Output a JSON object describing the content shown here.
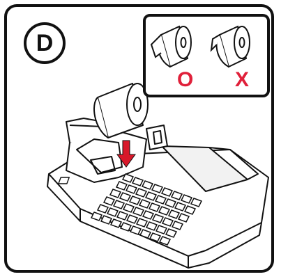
{
  "step": {
    "letter": "D"
  },
  "inset": {
    "correct_mark": "O",
    "wrong_mark": "X",
    "mark_color": "#e0203a"
  },
  "colors": {
    "outline": "#111111",
    "arrow": "#d8182a",
    "background": "#ffffff",
    "display": "#f2f2f2"
  },
  "icons": [
    "paper-roll-correct-icon",
    "paper-roll-wrong-icon",
    "down-arrow-icon",
    "cash-register-icon"
  ]
}
